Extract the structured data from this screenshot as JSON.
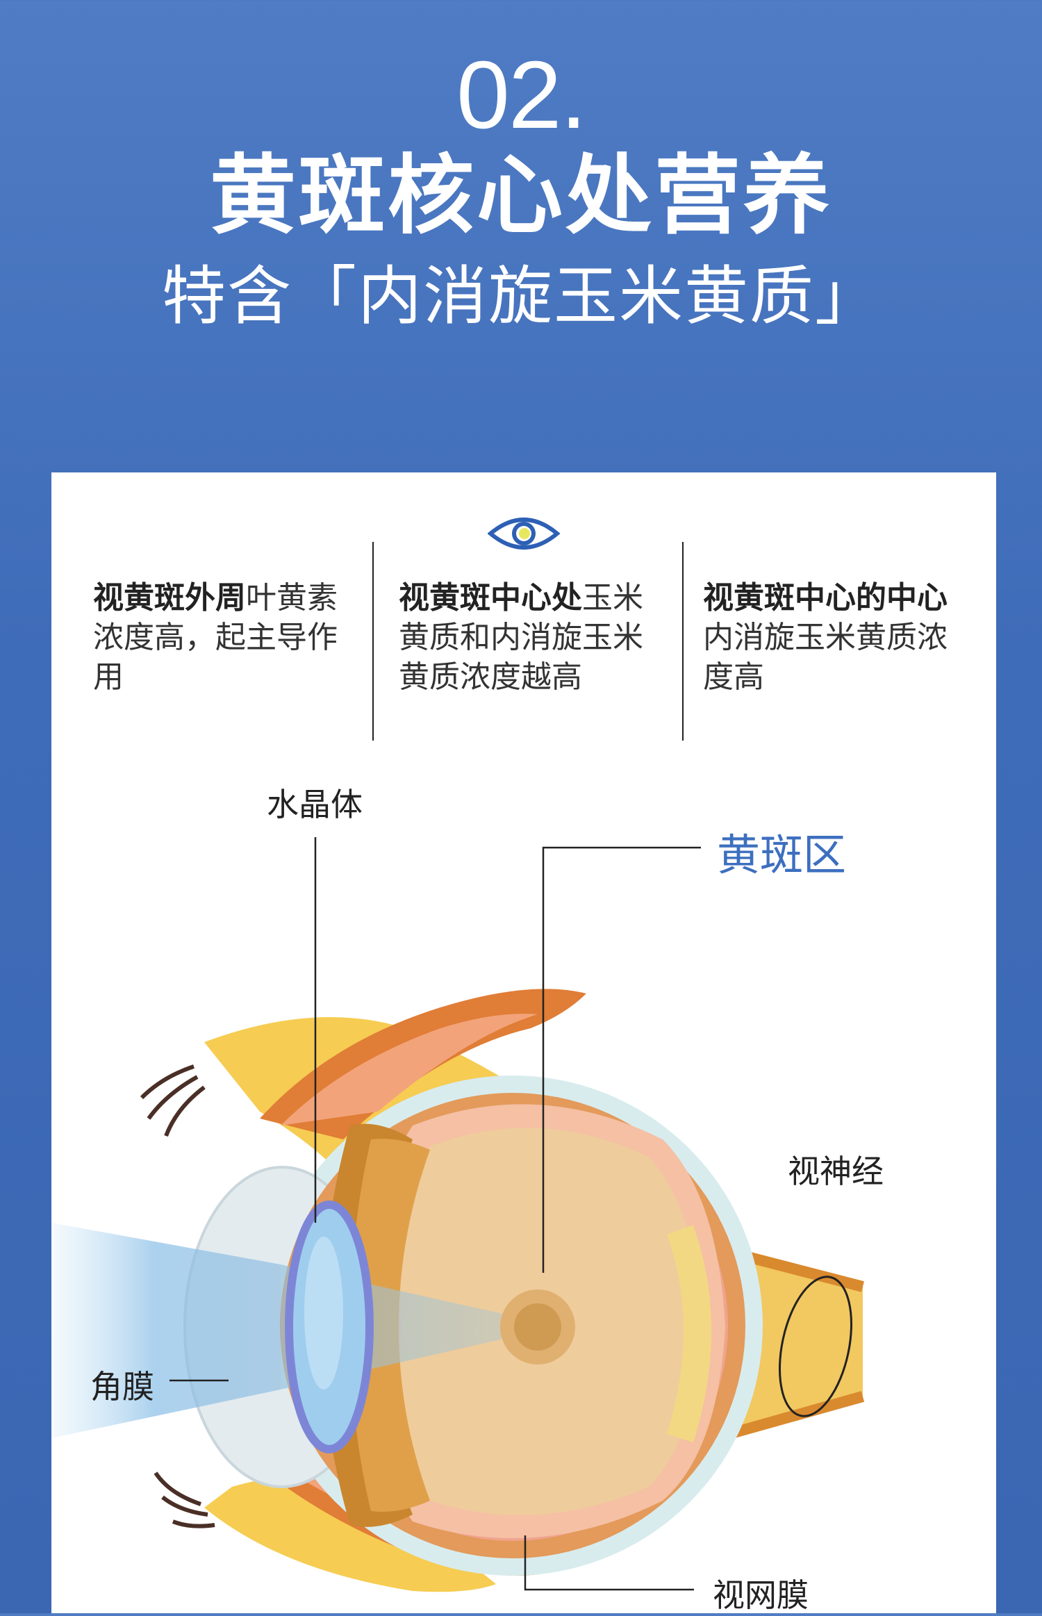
{
  "header": {
    "number": "02.",
    "title": "黄斑核心处营养",
    "subtitle": "特含「内消旋玉米黄质」"
  },
  "columns": [
    {
      "bold": "视黄斑外周",
      "text": "叶黄素浓度高，起主导作用"
    },
    {
      "bold": "视黄斑中心处",
      "text": "玉米黄质和内消旋玉米黄质浓度越高"
    },
    {
      "bold": "视黄斑中心的中心",
      "text": "内消旋玉米黄质浓度高"
    }
  ],
  "labels": {
    "lens": "水晶体",
    "macula": "黄斑区",
    "optic_nerve": "视神经",
    "cornea": "角膜",
    "retina": "视网膜"
  },
  "icons": {
    "top_icon": "eye-icon"
  },
  "colors": {
    "background": "#4676c0",
    "accent_blue": "#3d6fbf",
    "eyelid_yellow": "#f6cc52",
    "eyelid_orange": "#e07d36",
    "sclera_rim": "#d8ecee",
    "retina_pink": "#f0a48e",
    "vitreous": "#efcc9c",
    "lens_blue": "#9fcdee"
  }
}
